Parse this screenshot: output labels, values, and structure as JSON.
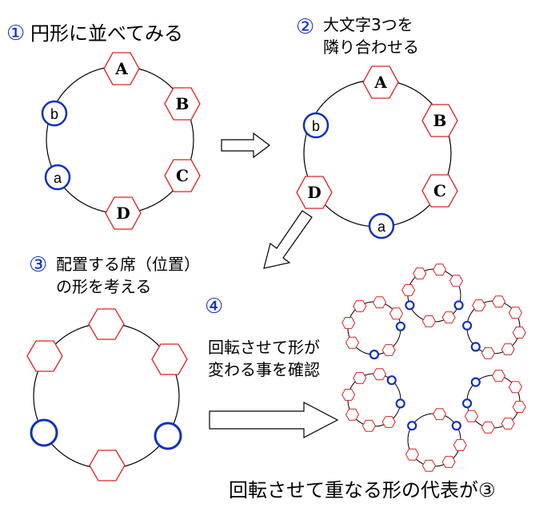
{
  "step1": {
    "num": "①",
    "text": "円形に並べてみる"
  },
  "step2": {
    "num": "②",
    "line1": "大文字3つを",
    "line2": "隣り合わせる"
  },
  "step3": {
    "num": "③",
    "line1": "配置する席（位置）",
    "line2": "の形を考える"
  },
  "step4": {
    "num": "④",
    "line1": "回転させて形が",
    "line2": "変わる事を確認"
  },
  "conclusion": "回転させて重なる形の代表が③",
  "ring1": {
    "hexes": [
      "A",
      "B",
      "C",
      "D"
    ],
    "circles": [
      "b",
      "a"
    ]
  },
  "ring2": {
    "hexes": [
      "A",
      "B",
      "C",
      "D"
    ],
    "circles": [
      "b",
      "a"
    ]
  },
  "colors": {
    "hex_stroke": "#e02020",
    "circle_stroke": "#1030c0",
    "step_number": "#1030c0"
  },
  "shapes": {
    "hex": "hexagon",
    "circle": "circle",
    "arrow": "outline-arrow"
  }
}
